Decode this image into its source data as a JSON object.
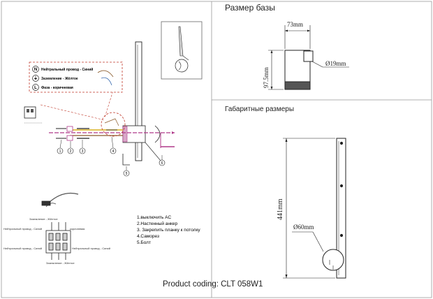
{
  "base": {
    "title": "Размер базы",
    "width_label": "73mm",
    "height_label": "97.5mm",
    "diameter_label": "Ø19mm"
  },
  "overall": {
    "title": "Габаритные размеры",
    "height_label": "441mm",
    "diameter_label": "Ø60mm"
  },
  "wiring_legend": {
    "items": [
      {
        "symbol": "N",
        "text": "Нейтральный провод - Синий"
      },
      {
        "symbol": "⏚",
        "text": "Заземление - Жёлтое"
      },
      {
        "symbol": "L",
        "text": "Фаза - коричневая"
      }
    ]
  },
  "terminal_notes": {
    "ground": "Заземление - Жёлтое",
    "phase": "коричневая",
    "neutral_left": "Нейтральный провод - Синий",
    "neutral_right": "Нейтральный провод - Синий",
    "ground_bottom": "Заземление - Жёлтое"
  },
  "steps": [
    "1.выключить AC",
    "2.Настенный   анкер",
    "3. Закрепить планку к потолку",
    "4.Саморез",
    "5.Болт"
  ],
  "part_numbers": [
    "1",
    "2",
    "3",
    "4",
    "5",
    "6"
  ],
  "product": {
    "label": "Product coding: CLT 058W1"
  },
  "colors": {
    "line": "#222222",
    "callout": "#c0392b",
    "accent": "#b03a8a",
    "wire_brown": "#8a5a2b",
    "wire_yellow": "#d8b11e"
  }
}
